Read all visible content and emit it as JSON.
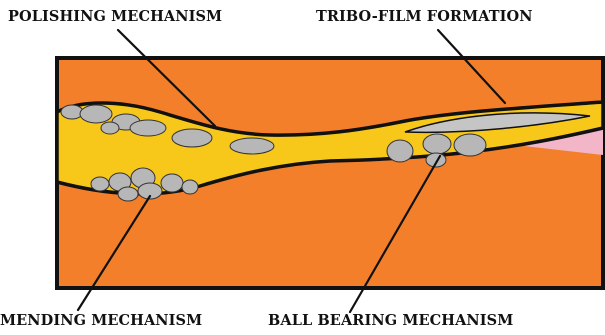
{
  "labels": {
    "polishing": "POLISHING MECHANISM",
    "tribo_film": "TRIBO-FILM FORMATION",
    "mending": "MENDING MECHANISM",
    "ball_bearing": "BALL BEARING MECHANISM"
  },
  "colors": {
    "surface": "#f47f2a",
    "lubricant": "#f7c81a",
    "particle": "#b7b7b7",
    "tribo_film": "#f2b6c8",
    "outline": "#111111",
    "background": "#ffffff"
  }
}
